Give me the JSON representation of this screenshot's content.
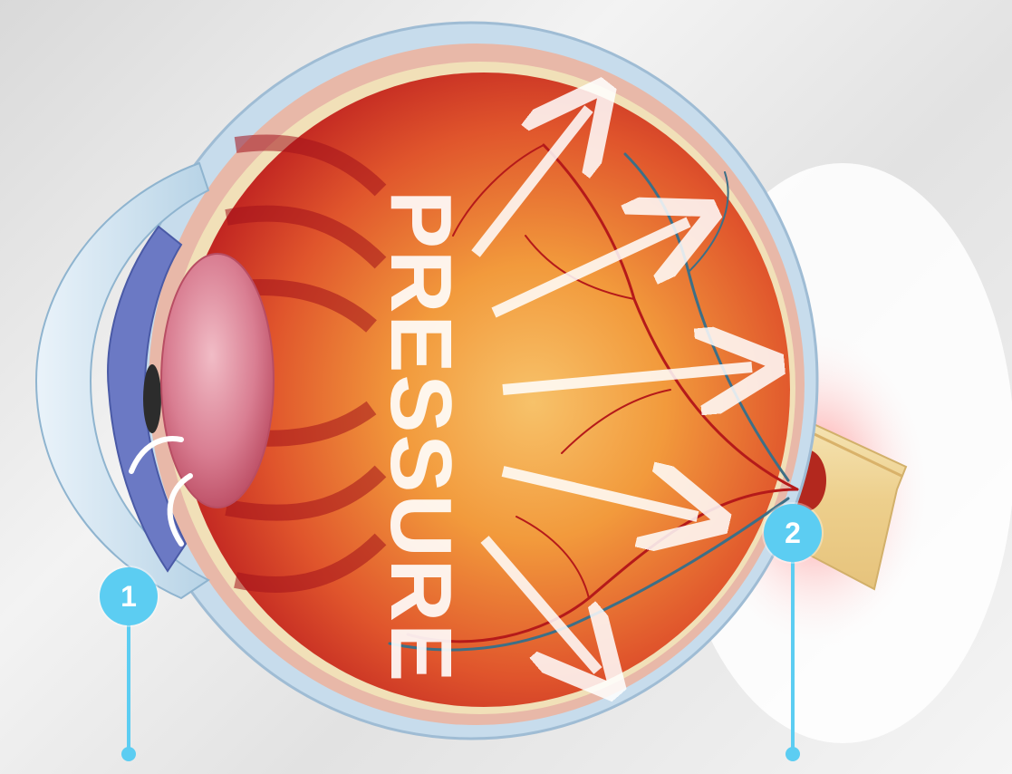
{
  "diagram": {
    "pressure_text": "PRESSURE",
    "markers": [
      {
        "label": "1"
      },
      {
        "label": "2"
      }
    ]
  },
  "colors": {
    "marker": "#5ccdf2",
    "retina_orange": "#f39a33",
    "choroid_red": "#c8202a",
    "sclera_blue": "#bcd6e8",
    "lens": "#d36c84",
    "optic_nerve": "#f0d79a",
    "arrow_white": "#ffffff"
  }
}
